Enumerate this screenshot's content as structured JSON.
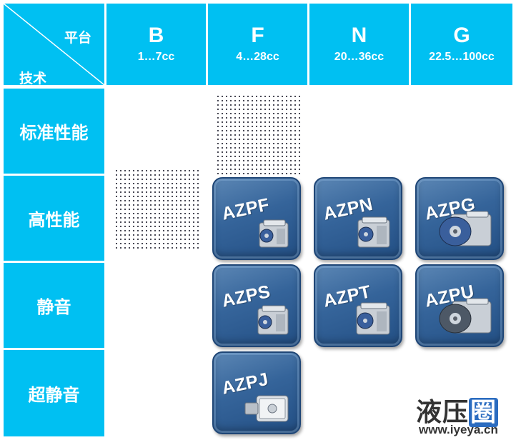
{
  "corner": {
    "top_label": "平台",
    "bottom_label": "技术"
  },
  "platforms": [
    {
      "letter": "B",
      "range": "1…7cc"
    },
    {
      "letter": "F",
      "range": "4…28cc"
    },
    {
      "letter": "N",
      "range": "20…36cc"
    },
    {
      "letter": "G",
      "range": "22.5…100cc"
    }
  ],
  "technologies": [
    "标准性能",
    "高性能",
    "静音",
    "超静音"
  ],
  "products": {
    "azpf": "AZPF",
    "azpn": "AZPN",
    "azpg": "AZPG",
    "azps": "AZPS",
    "azpt": "AZPT",
    "azpu": "AZPU",
    "azpj": "AZPJ"
  },
  "watermark": {
    "part1": "液压",
    "part2": "圈",
    "url": "www.iyeya.cn"
  },
  "colors": {
    "header_bg": "#00c0f2",
    "tile_bg": "#35649a"
  }
}
